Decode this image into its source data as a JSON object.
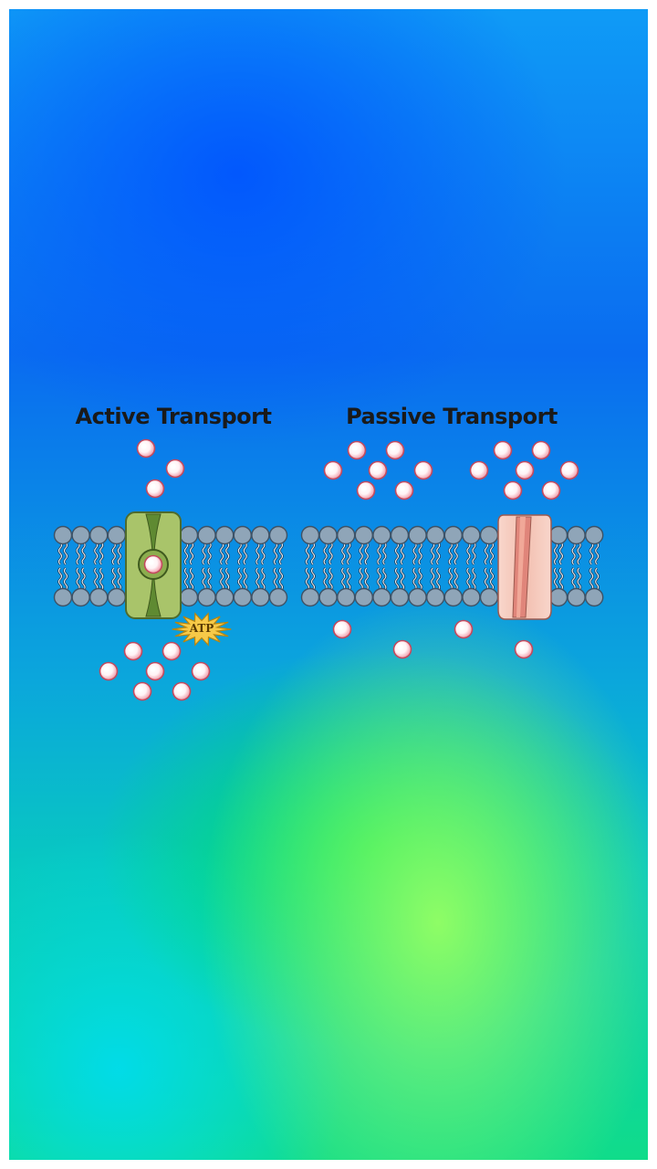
{
  "diagram": {
    "active_title": "Active Transport",
    "passive_title": "Passive Transport",
    "atp_label": "ATP"
  },
  "colors": {
    "lipid_head": "#8fa5b8",
    "lipid_tail": "#e8eef5",
    "active_protein": "#a9c46a",
    "passive_protein": "#f3c2b4",
    "molecule": "#f08a9a",
    "atp_burst": "#f7c948"
  },
  "icons": {
    "molecule": "molecule-icon",
    "atp": "atp-burst-icon",
    "active_protein": "pump-protein-icon",
    "passive_protein": "channel-protein-icon"
  }
}
